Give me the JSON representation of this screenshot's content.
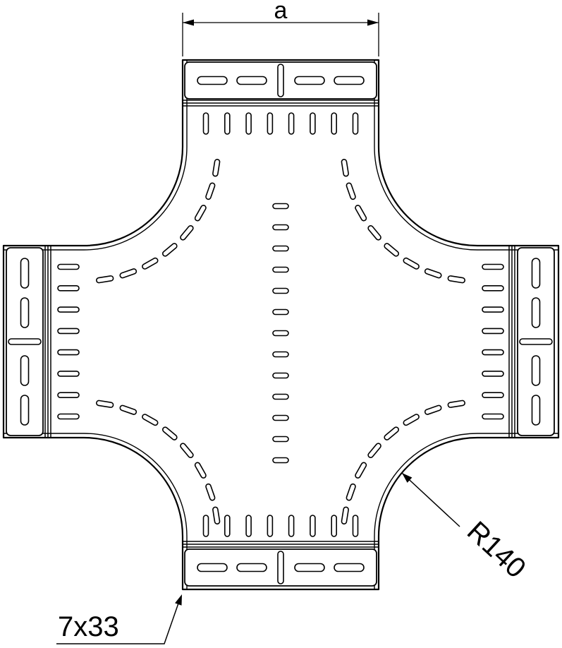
{
  "labels": {
    "width_dimension": "a",
    "corner_radius": "R140",
    "slot_dimensions": "7x33"
  },
  "colors": {
    "line": "#000000",
    "background": "#ffffff"
  }
}
